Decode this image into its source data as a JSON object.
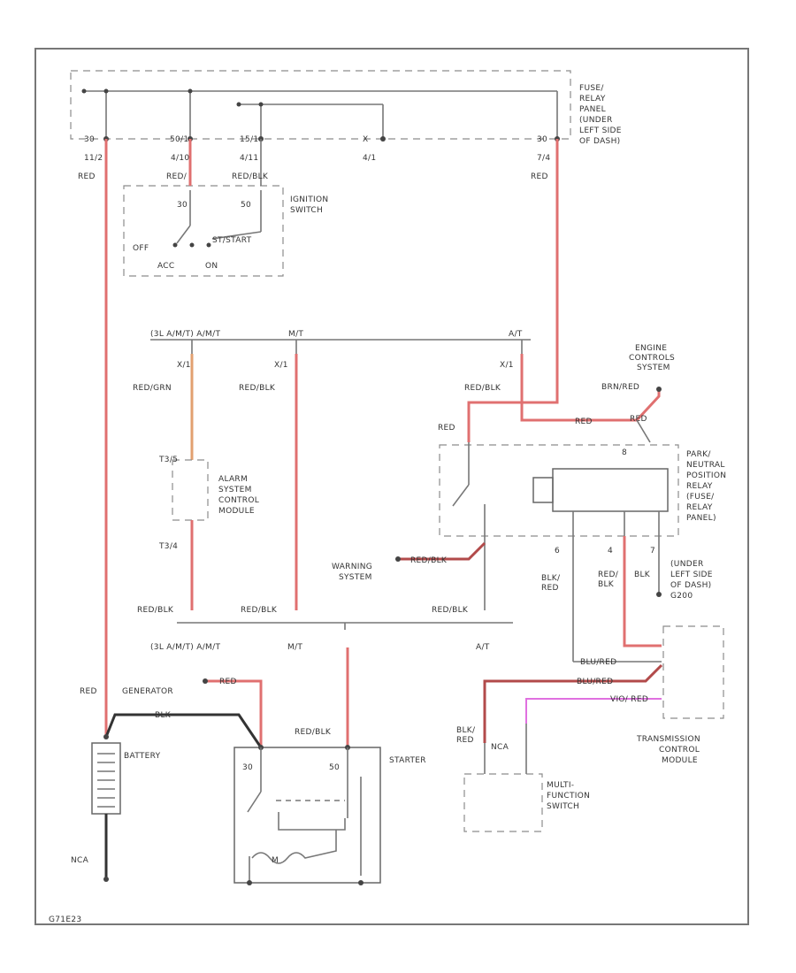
{
  "colors": {
    "red_wire": "#e07070",
    "dark_red_wire": "#b24a4a",
    "orange_wire": "#e2a070",
    "violet_wire": "#e070e0",
    "black_wire": "#333333",
    "grey_wire": "#777777"
  },
  "components": {
    "fuse_panel": [
      "FUSE/",
      "RELAY",
      "PANEL",
      "(UNDER",
      "LEFT SIDE",
      "OF DASH)"
    ],
    "ignition_switch": [
      "IGNITION",
      "SWITCH"
    ],
    "alarm_module": [
      "ALARM",
      "SYSTEM",
      "CONTROL",
      "MODULE"
    ],
    "engine_controls": [
      "ENGINE",
      "CONTROLS",
      "SYSTEM"
    ],
    "pn_relay": [
      "PARK/",
      "NEUTRAL",
      "POSITION",
      "RELAY",
      "(FUSE/",
      "RELAY",
      "PANEL)"
    ],
    "ground_dash": [
      "(UNDER",
      "LEFT SIDE",
      "OF DASH)",
      "G200"
    ],
    "warning_system": [
      "WARNING",
      "SYSTEM"
    ],
    "tcm": [
      "TRANSMISSION",
      "CONTROL",
      "MODULE"
    ],
    "multifunction_switch": [
      "MULTI-",
      "FUNCTION",
      "SWITCH"
    ],
    "generator": "GENERATOR",
    "battery": "BATTERY",
    "starter": "STARTER"
  },
  "labels": {
    "fuse_30": "30",
    "fuse_x12": "11/2",
    "fuse_50": "50/1",
    "fuse_x50": "4/10",
    "fuse_15": "15/1",
    "fuse_x15": "4/11",
    "fuse_x": "X",
    "fuse_xc": "4/1",
    "fuse_30b": "30",
    "fuse_x30b": "7/4",
    "w_red_left": "RED",
    "w_red_right": "RED",
    "w_red_ign": "RED/",
    "w_red_blk_ign": "RED/BLK",
    "ign_30": "30",
    "ign_50": "50",
    "ign_off": "OFF",
    "ign_start": "ST/START",
    "ign_acc": "ACC",
    "ign_on": "ON",
    "splice_top": "(3L A/M/T) A/M/T",
    "splice_mt": "M/T",
    "splice_at": "A/T",
    "conn_x1a": "X/1",
    "conn_x1b": "X/1",
    "conn_x1c": "X/1",
    "w_red_grn": "RED/GRN",
    "w_red_blk_1": "RED/BLK",
    "w_red_blk_2": "RED/BLK",
    "t_top": "T3/5",
    "t_bot": "T3/4",
    "w_red_blk_3": "RED/BLK",
    "w_red_blk_4": "RED/BLK",
    "w_red_blk_5": "RED/BLK",
    "w_red_blk_warn": "RED/BLK",
    "splice_bot": "(3L A/M/T) A/M/T",
    "splice_bot_mt": "M/T",
    "splice_bot_at": "A/T",
    "w_brn_red": "BRN/RED",
    "w_red_r": "RED",
    "w_red_mid": "RED",
    "w_red_relay": "RED",
    "pin_8": "8",
    "pin_6": "6",
    "pin_4": "4",
    "pin_7": "7",
    "w_blk_red": "BLK/",
    "w_blk_red2": "RED",
    "w_red_blk_v": "RED/",
    "w_red_blk_v2": "BLK",
    "w_blk": "BLK",
    "w_blu_red_1": "BLU/RED",
    "w_blu_red_2": "BLU/RED",
    "w_vio_red": "VIO/ RED",
    "w_blk_red3": "BLK/",
    "w_blk_red4": "RED",
    "w_nca": "NCA",
    "w_red_gen": "RED",
    "w_red_bat": "RED",
    "w_blk_bat": "BLK",
    "w_nca_gnd": "NCA",
    "st_30": "30",
    "st_50": "50",
    "st_m": "M",
    "footer": "G71E23"
  }
}
